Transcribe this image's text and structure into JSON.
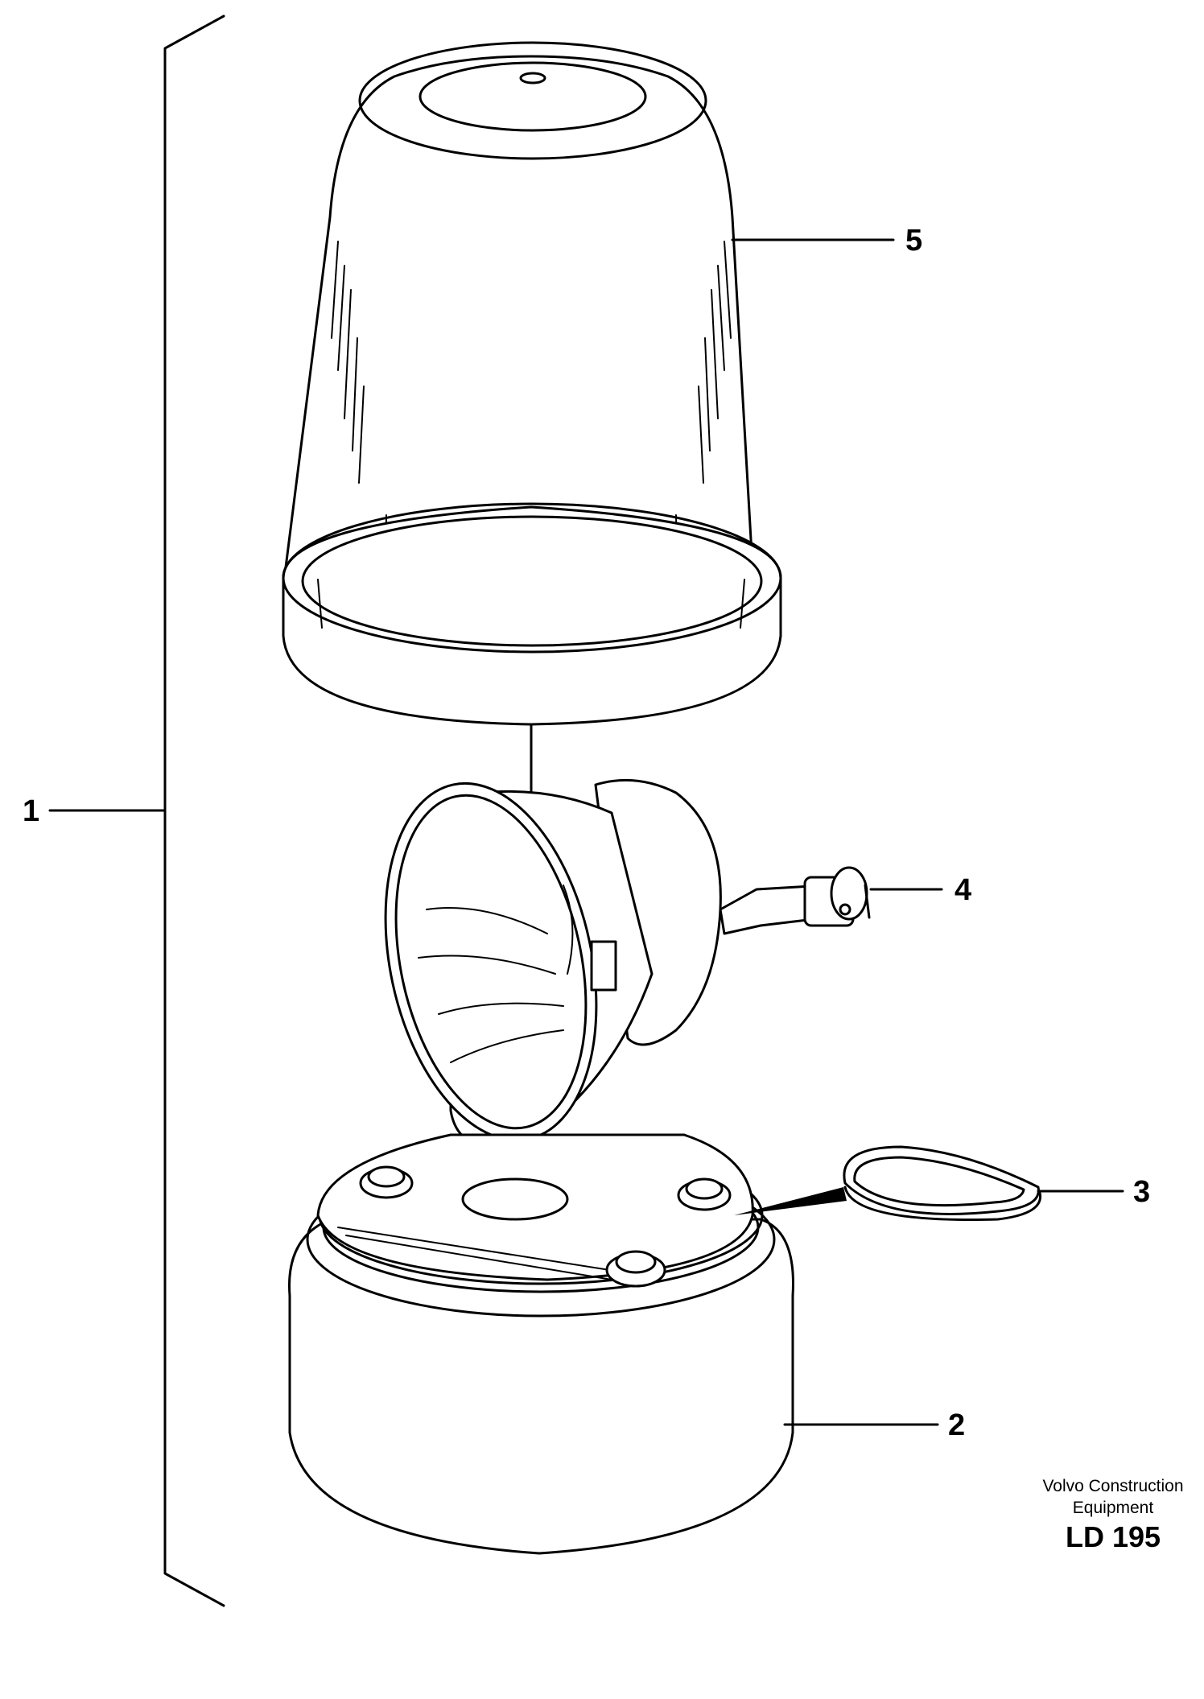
{
  "callouts": {
    "item_1": "1",
    "item_2": "2",
    "item_3": "3",
    "item_4": "4",
    "item_5": "5"
  },
  "credit": {
    "company_line1": "Volvo Construction",
    "company_line2": "Equipment",
    "drawing_code": "LD 195"
  }
}
